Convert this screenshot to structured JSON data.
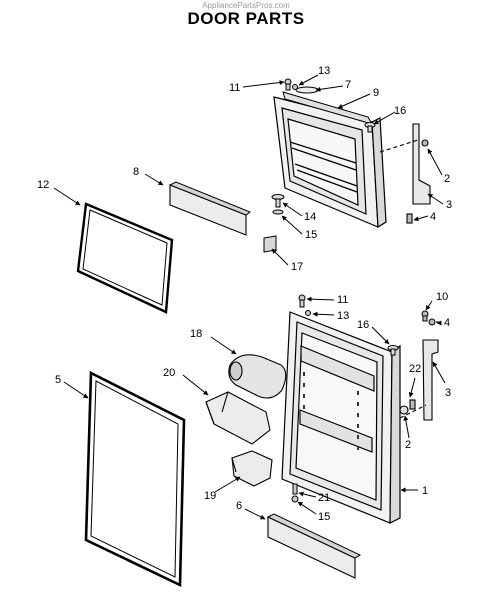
{
  "header": {
    "watermark": "AppliancePartsPros.com",
    "title": "DOOR PARTS"
  },
  "callouts": {
    "top": {
      "c11": "11",
      "c13": "13",
      "c7": "7",
      "c9": "9",
      "c16": "16",
      "c2": "2",
      "c3": "3",
      "c4": "4",
      "c14": "14",
      "c15": "15",
      "c17": "17",
      "c8": "8",
      "c12": "12"
    },
    "bottom": {
      "c11": "11",
      "c13": "13",
      "c10": "10",
      "c4": "4",
      "c16": "16",
      "c18": "18",
      "c20": "20",
      "c22": "22",
      "c3": "3",
      "c2": "2",
      "c1": "1",
      "c21": "21",
      "c15": "15",
      "c6": "6",
      "c19": "19",
      "c5": "5"
    }
  }
}
